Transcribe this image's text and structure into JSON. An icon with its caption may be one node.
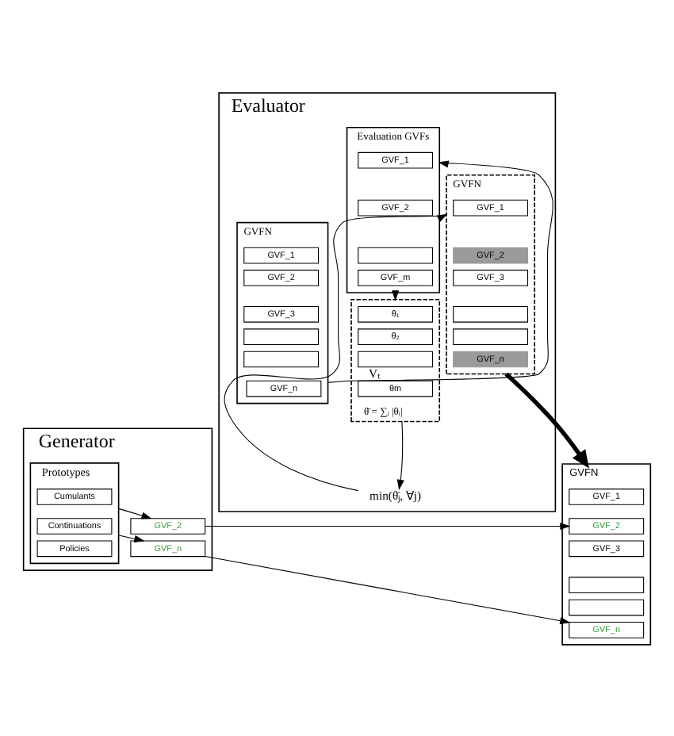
{
  "diagram": {
    "nodes": [
      {
        "text": [
          "Evaluator"
        ]
      },
      {
        "text": [
          "GVFN"
        ],
        "in": 0
      },
      {
        "text": [
          "GVF_1"
        ],
        "in": 1
      },
      {
        "text": [
          "GVF_2"
        ],
        "in": 1
      },
      {
        "text": [
          "GVF_3"
        ],
        "in": 1
      },
      {
        "text": [],
        "shape": "box",
        "in": 1
      },
      {
        "text": [],
        "shape": "box",
        "in": 1
      },
      {
        "text": [
          "GVF_n"
        ],
        "in": 1
      },
      {
        "text": [
          "Evaluation GVFs"
        ],
        "in": 0
      },
      {
        "text": [
          "GVF_1"
        ],
        "in": 8
      },
      {
        "text": [
          "GVF_2"
        ],
        "in": 8
      },
      {
        "text": [],
        "shape": "box",
        "in": 8
      },
      {
        "text": [
          "GVF_m"
        ],
        "in": 8
      },
      {
        "text": [
          "θ̄ = ∑ᵢ |θᵢ|"
        ],
        "in": 0
      },
      {
        "text": [
          "θ₁"
        ],
        "in": 13
      },
      {
        "text": [
          "θ₂"
        ],
        "in": 13
      },
      {
        "text": [],
        "shape": "box",
        "in": 13
      },
      {
        "text": [
          "θm"
        ],
        "in": 13
      },
      {
        "text": [
          "min(θ̄ⱼ, ∀j)"
        ],
        "in": 0
      },
      {
        "text": [
          "GVFN"
        ],
        "in": 0
      },
      {
        "text": [
          "GVF_1"
        ],
        "in": 19
      },
      {
        "text": [
          "GVF_2"
        ],
        "in": 19
      },
      {
        "text": [
          "GVF_3"
        ],
        "in": 19
      },
      {
        "text": [],
        "shape": "box",
        "in": 19
      },
      {
        "text": [],
        "shape": "box",
        "in": 19
      },
      {
        "text": [
          "GVF_n"
        ],
        "in": 19
      },
      {
        "text": [
          "Generator"
        ]
      },
      {
        "text": [
          "Prototypes"
        ],
        "in": 26
      },
      {
        "text": [
          "Cumulants"
        ],
        "in": 27
      },
      {
        "text": [
          "Continuations"
        ],
        "in": 27
      },
      {
        "text": [
          "Policies"
        ],
        "in": 27
      },
      {
        "text": [
          "GVF_2"
        ],
        "in": 26
      },
      {
        "text": [
          "GVF_n"
        ],
        "in": 26
      },
      {
        "text": [
          "GVFN"
        ]
      },
      {
        "text": [
          "GVF_1"
        ],
        "in": 33
      },
      {
        "text": [
          "GVF_2"
        ],
        "in": 33
      },
      {
        "text": [
          "GVF_3"
        ],
        "in": 33
      },
      {
        "text": [],
        "shape": "box",
        "in": 33
      },
      {
        "text": [],
        "shape": "box",
        "in": 33
      },
      {
        "text": [
          "GVF_n"
        ],
        "in": 33
      }
    ],
    "edges": [
      {
        "from": 1,
        "to": 8,
        "arrow": "to",
        "label": "Vₜ"
      },
      {
        "from": 8,
        "to": 13,
        "arrow": "to"
      },
      {
        "from": 13,
        "to": 18,
        "arrow": "to"
      },
      {
        "from": 18,
        "to": 19,
        "arrow": "to"
      },
      {
        "from": 19,
        "to": 33,
        "arrow": "to",
        "style": "thick"
      },
      {
        "from": 27,
        "to": 31,
        "arrow": "to"
      },
      {
        "from": 27,
        "to": 32,
        "arrow": "to"
      },
      {
        "from": 31,
        "to": 35,
        "arrow": "to"
      },
      {
        "from": 32,
        "to": 39,
        "arrow": "to"
      }
    ]
  }
}
